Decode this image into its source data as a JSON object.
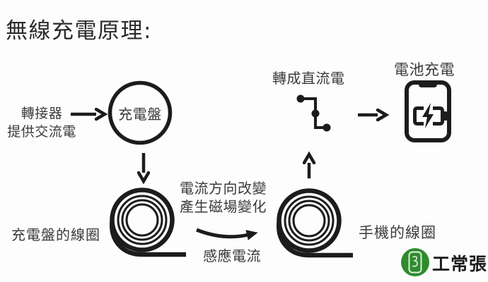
{
  "title": "無線充電原理:",
  "colors": {
    "ink": "#1c1c1c",
    "label": "#3a3a3a",
    "title": "#2b2b2b",
    "logo_green": "#2e8b2e",
    "logo_text": "#1d1d1d",
    "background": "#fdfdfd"
  },
  "flow": {
    "adapter": {
      "line1": "轉接器",
      "line2": "提供交流電"
    },
    "charging_pad": {
      "label": "充電盤"
    },
    "pad_coil": {
      "label": "充電盤的線圈"
    },
    "field_change": {
      "line1": "電流方向改變",
      "line2": "產生磁場變化"
    },
    "induced_current": {
      "label": "感應電流"
    },
    "phone_coil": {
      "label": "手機的線圈"
    },
    "dc_conversion": {
      "label": "轉成直流電"
    },
    "battery_charging": {
      "label": "電池充電"
    }
  },
  "branding": {
    "logo_text": "工常張"
  },
  "icons": {
    "arrow_right": "→",
    "arrow_down": "↓",
    "arrow_up": "↑",
    "charging_pad": "circle-outline",
    "coil": "spiral-coil",
    "rectifier": "step-dots",
    "phone_battery": "phone-with-charging-battery",
    "logo": "phone-in-green-circle"
  }
}
